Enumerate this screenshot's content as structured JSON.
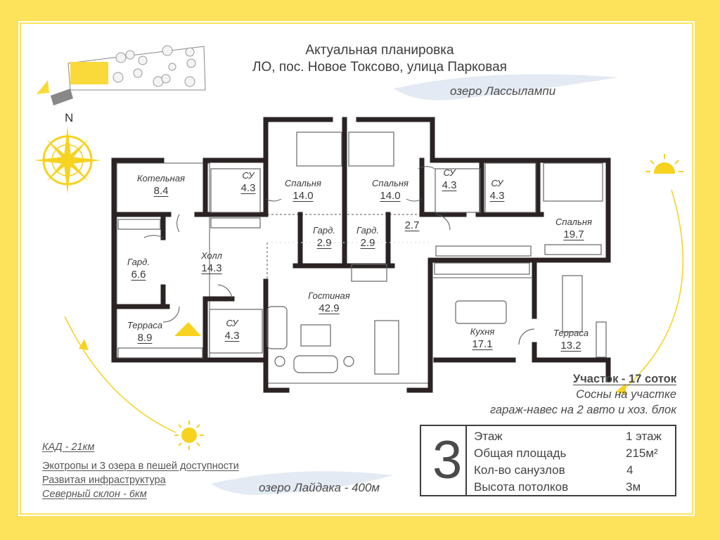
{
  "title": {
    "line1": "Актуальная планировка",
    "line2": "ЛО, пос. Новое Токсово, улица Парковая"
  },
  "compass": {
    "north_label": "N"
  },
  "lakes": {
    "top": "озеро Лассылампи",
    "bottom": "озеро Лайдака - 400м"
  },
  "rooms": [
    {
      "name": "Котельная",
      "area": "8.4"
    },
    {
      "name": "СУ",
      "area": "4.3"
    },
    {
      "name": "Спальня",
      "area": "14.0"
    },
    {
      "name": "Спальня",
      "area": "14.0"
    },
    {
      "name": "СУ",
      "area": "4.3"
    },
    {
      "name": "СУ",
      "area": "4.3"
    },
    {
      "name": "Спальня",
      "area": "19.7"
    },
    {
      "name": "Гард.",
      "area": "2.9"
    },
    {
      "name": "Гард.",
      "area": "2.9"
    },
    {
      "name": "",
      "area": "2.7"
    },
    {
      "name": "Гард.",
      "area": "6.6"
    },
    {
      "name": "Холл",
      "area": "14.3"
    },
    {
      "name": "Гостиная",
      "area": "42.9"
    },
    {
      "name": "Кухня",
      "area": "17.1"
    },
    {
      "name": "Терраса",
      "area": "13.2"
    },
    {
      "name": "Терраса",
      "area": "8.9"
    },
    {
      "name": "СУ",
      "area": "4.3"
    }
  ],
  "plot_info": {
    "heading": "Участок - 17 соток",
    "line1": "Сосны на участке",
    "line2": "гараж-навес на 2 авто и хоз. блок"
  },
  "location_info": {
    "kad": "КАД - 21км",
    "eco": "Экотропы и 3 озера в пешей доступности",
    "infra": "Развитая инфраструктура",
    "slope": "Северный склон - 6км"
  },
  "specs": {
    "number": "3",
    "rows": [
      {
        "label": "Этаж",
        "value": "1 этаж"
      },
      {
        "label": "Общая площадь",
        "value": "215м²"
      },
      {
        "label": "Кол-во санузлов",
        "value": "4"
      },
      {
        "label": "Высота потолков",
        "value": "3м"
      }
    ]
  },
  "colors": {
    "frame": "#fde25c",
    "sun": "#f7d21f",
    "wall": "#2b2323",
    "plot_marker": "#f9da3a",
    "lake_band": "#cfd8e6"
  }
}
